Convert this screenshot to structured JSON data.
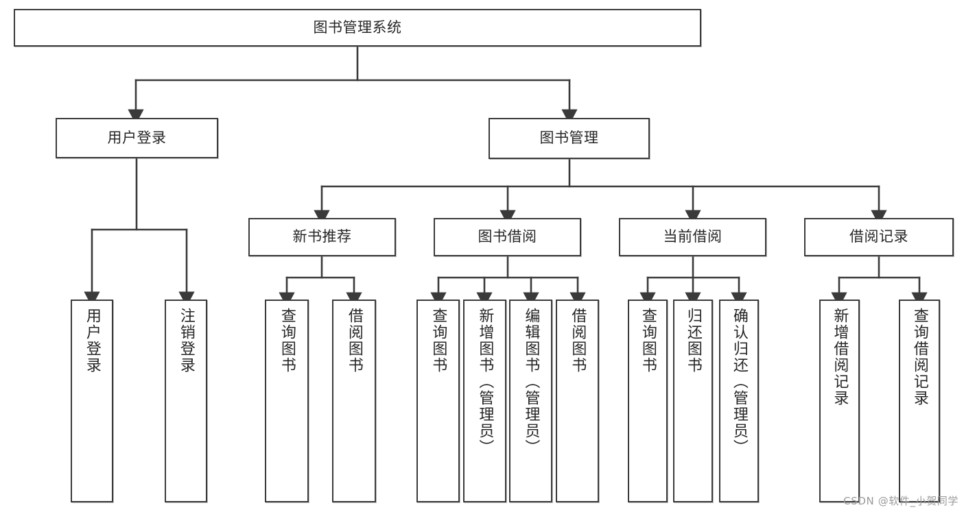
{
  "diagram": {
    "title": "图书管理系统",
    "type": "tree",
    "watermark": "CSDN @软件_小贺同学",
    "colors": {
      "box_border": "#3a3a3a",
      "box_fill": "#ffffff",
      "edge": "#3a3a3a",
      "text": "#262626",
      "watermark": "#9a9a9a"
    },
    "nodes": {
      "root": {
        "label": "图书管理系统",
        "level": 1
      },
      "user_login": {
        "label": "用户登录",
        "level": 2
      },
      "book_manage": {
        "label": "图书管理",
        "level": 2
      },
      "new_book_rec": {
        "label": "新书推荐",
        "level": 3
      },
      "book_borrow": {
        "label": "图书借阅",
        "level": 3
      },
      "current_borrow": {
        "label": "当前借阅",
        "level": 3
      },
      "borrow_record": {
        "label": "借阅记录",
        "level": 3
      },
      "leaf_user_login": {
        "label": "用户登录",
        "level": 4
      },
      "leaf_logout": {
        "label": "注销登录",
        "level": 4
      },
      "leaf_query_book_1": {
        "label": "查询图书",
        "level": 4
      },
      "leaf_borrow_book_1": {
        "label": "借阅图书",
        "level": 4
      },
      "leaf_query_book_2": {
        "label": "查询图书",
        "level": 4
      },
      "leaf_add_book": {
        "label": "新增图书（管理员）",
        "level": 4
      },
      "leaf_edit_book": {
        "label": "编辑图书（管理员）",
        "level": 4
      },
      "leaf_borrow_book_2": {
        "label": "借阅图书",
        "level": 4
      },
      "leaf_query_book_3": {
        "label": "查询图书",
        "level": 4
      },
      "leaf_return_book": {
        "label": "归还图书",
        "level": 4
      },
      "leaf_confirm_return": {
        "label": "确认归还（管理员）",
        "level": 4
      },
      "leaf_add_record": {
        "label": "新增借阅记录",
        "level": 4
      },
      "leaf_query_record": {
        "label": "查询借阅记录",
        "level": 4
      }
    },
    "edges": [
      {
        "from": "root",
        "to": "user_login"
      },
      {
        "from": "root",
        "to": "book_manage"
      },
      {
        "from": "user_login",
        "to": "leaf_user_login"
      },
      {
        "from": "user_login",
        "to": "leaf_logout"
      },
      {
        "from": "book_manage",
        "to": "new_book_rec"
      },
      {
        "from": "book_manage",
        "to": "book_borrow"
      },
      {
        "from": "book_manage",
        "to": "current_borrow"
      },
      {
        "from": "book_manage",
        "to": "borrow_record"
      },
      {
        "from": "new_book_rec",
        "to": "leaf_query_book_1"
      },
      {
        "from": "new_book_rec",
        "to": "leaf_borrow_book_1"
      },
      {
        "from": "book_borrow",
        "to": "leaf_query_book_2"
      },
      {
        "from": "book_borrow",
        "to": "leaf_add_book"
      },
      {
        "from": "book_borrow",
        "to": "leaf_edit_book"
      },
      {
        "from": "book_borrow",
        "to": "leaf_borrow_book_2"
      },
      {
        "from": "current_borrow",
        "to": "leaf_query_book_3"
      },
      {
        "from": "current_borrow",
        "to": "leaf_return_book"
      },
      {
        "from": "current_borrow",
        "to": "leaf_confirm_return"
      },
      {
        "from": "borrow_record",
        "to": "leaf_add_record"
      },
      {
        "from": "borrow_record",
        "to": "leaf_query_record"
      }
    ]
  }
}
